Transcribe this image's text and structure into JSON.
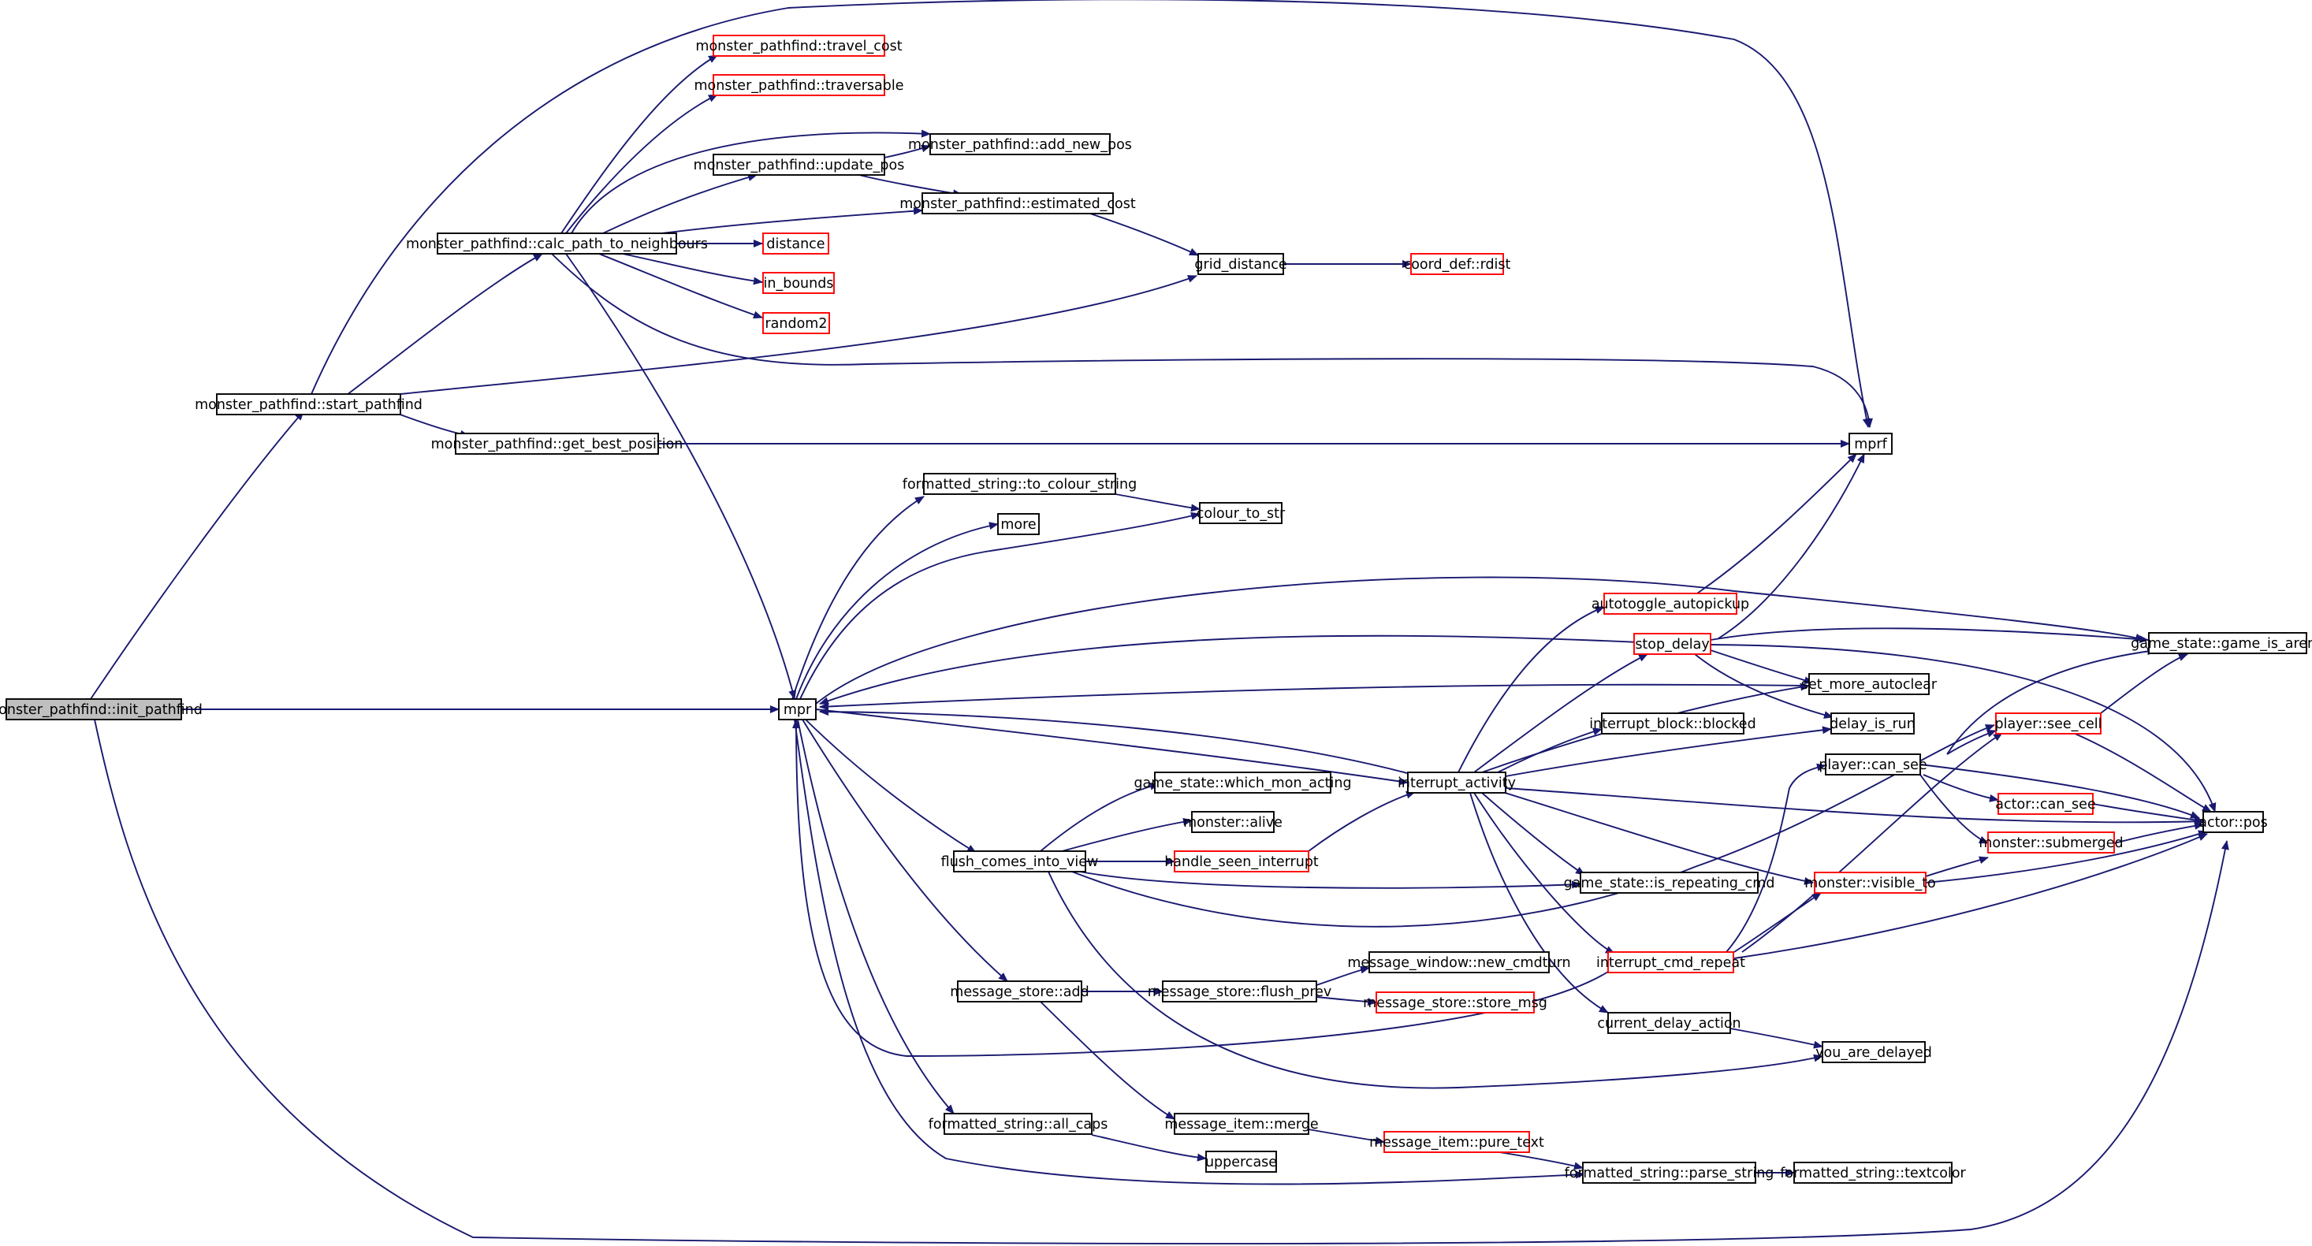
{
  "diagram": {
    "type": "call-graph",
    "colors": {
      "edge": "#191970",
      "documented_border": "#000000",
      "undocumented_border": "#ff0000",
      "root_fill": "#bfbfbf",
      "background": "#ffffff"
    },
    "nodes": [
      {
        "id": "init_pathfind",
        "label": "monster_pathfind::init_pathfind",
        "style": "root"
      },
      {
        "id": "start_pathfind",
        "label": "monster_pathfind::start_pathfind",
        "style": "black"
      },
      {
        "id": "calc_path",
        "label": "monster_pathfind::calc_path_to_neighbours",
        "style": "black"
      },
      {
        "id": "get_best",
        "label": "monster_pathfind::get_best_position",
        "style": "black"
      },
      {
        "id": "travel_cost",
        "label": "monster_pathfind::travel_cost",
        "style": "red"
      },
      {
        "id": "traversable",
        "label": "monster_pathfind::traversable",
        "style": "red"
      },
      {
        "id": "update_pos",
        "label": "monster_pathfind::update_pos",
        "style": "black"
      },
      {
        "id": "add_new_pos",
        "label": "monster_pathfind::add_new_pos",
        "style": "black"
      },
      {
        "id": "estimated_cost",
        "label": "monster_pathfind::estimated_cost",
        "style": "black"
      },
      {
        "id": "distance",
        "label": "distance",
        "style": "red"
      },
      {
        "id": "in_bounds",
        "label": "in_bounds",
        "style": "red"
      },
      {
        "id": "random2",
        "label": "random2",
        "style": "red"
      },
      {
        "id": "grid_distance",
        "label": "grid_distance",
        "style": "black"
      },
      {
        "id": "rdist",
        "label": "coord_def::rdist",
        "style": "red"
      },
      {
        "id": "mprf",
        "label": "mprf",
        "style": "black"
      },
      {
        "id": "mpr",
        "label": "mpr",
        "style": "black"
      },
      {
        "id": "to_colour_string",
        "label": "formatted_string::to_colour_string",
        "style": "black"
      },
      {
        "id": "more",
        "label": "more",
        "style": "black"
      },
      {
        "id": "colour_to_str",
        "label": "colour_to_str",
        "style": "black"
      },
      {
        "id": "autotoggle",
        "label": "autotoggle_autopickup",
        "style": "red"
      },
      {
        "id": "stop_delay",
        "label": "stop_delay",
        "style": "red"
      },
      {
        "id": "game_is_arena",
        "label": "game_state::game_is_arena",
        "style": "black"
      },
      {
        "id": "set_more_autoclear",
        "label": "set_more_autoclear",
        "style": "black"
      },
      {
        "id": "interrupt_block",
        "label": "interrupt_block::blocked",
        "style": "black"
      },
      {
        "id": "delay_is_run",
        "label": "delay_is_run",
        "style": "black"
      },
      {
        "id": "which_mon_acting",
        "label": "game_state::which_mon_acting",
        "style": "black"
      },
      {
        "id": "interrupt_activity",
        "label": "interrupt_activity",
        "style": "black"
      },
      {
        "id": "player_can_see",
        "label": "player::can_see",
        "style": "black"
      },
      {
        "id": "player_see_cell",
        "label": "player::see_cell",
        "style": "red"
      },
      {
        "id": "monster_alive",
        "label": "monster::alive",
        "style": "black"
      },
      {
        "id": "actor_can_see",
        "label": "actor::can_see",
        "style": "red"
      },
      {
        "id": "actor_pos",
        "label": "actor::pos",
        "style": "black"
      },
      {
        "id": "flush_comes",
        "label": "flush_comes_into_view",
        "style": "black"
      },
      {
        "id": "handle_seen",
        "label": "handle_seen_interrupt",
        "style": "red"
      },
      {
        "id": "monster_submerged",
        "label": "monster::submerged",
        "style": "red"
      },
      {
        "id": "is_repeating_cmd",
        "label": "game_state::is_repeating_cmd",
        "style": "black"
      },
      {
        "id": "monster_visible_to",
        "label": "monster::visible_to",
        "style": "red"
      },
      {
        "id": "new_cmdturn",
        "label": "message_window::new_cmdturn",
        "style": "black"
      },
      {
        "id": "interrupt_cmd_repeat",
        "label": "interrupt_cmd_repeat",
        "style": "red"
      },
      {
        "id": "message_store_add",
        "label": "message_store::add",
        "style": "black"
      },
      {
        "id": "flush_prev",
        "label": "message_store::flush_prev",
        "style": "black"
      },
      {
        "id": "store_msg",
        "label": "message_store::store_msg",
        "style": "red"
      },
      {
        "id": "current_delay",
        "label": "current_delay_action",
        "style": "black"
      },
      {
        "id": "you_are_delayed",
        "label": "you_are_delayed",
        "style": "black"
      },
      {
        "id": "all_caps",
        "label": "formatted_string::all_caps",
        "style": "black"
      },
      {
        "id": "merge",
        "label": "message_item::merge",
        "style": "black"
      },
      {
        "id": "pure_text",
        "label": "message_item::pure_text",
        "style": "red"
      },
      {
        "id": "uppercase",
        "label": "uppercase",
        "style": "black"
      },
      {
        "id": "parse_string",
        "label": "formatted_string::parse_string",
        "style": "black"
      },
      {
        "id": "textcolor",
        "label": "formatted_string::textcolor",
        "style": "black"
      }
    ]
  }
}
